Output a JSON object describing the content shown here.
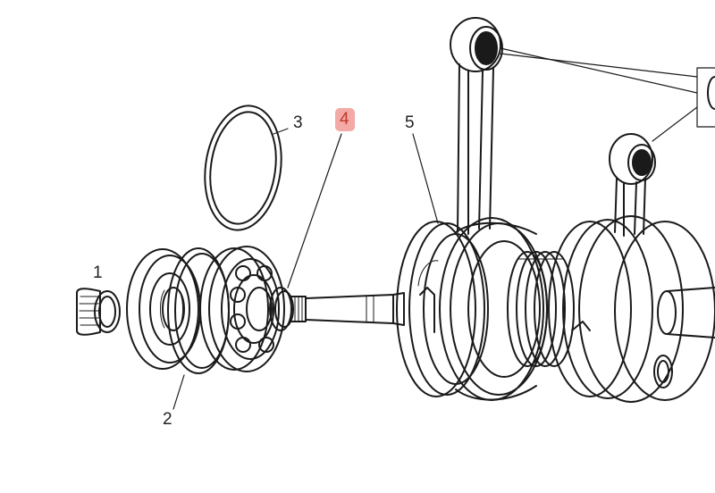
{
  "diagram": {
    "callouts": [
      {
        "id": "1",
        "label": "1"
      },
      {
        "id": "2",
        "label": "2"
      },
      {
        "id": "3",
        "label": "3"
      },
      {
        "id": "4",
        "label": "4"
      },
      {
        "id": "5",
        "label": "5"
      }
    ],
    "highlighted_callout": "4",
    "colors": {
      "line": "#1a1a1a",
      "highlight_bg": "#f3a9a6",
      "highlight_text": "#c0392b",
      "background": "#ffffff"
    }
  }
}
